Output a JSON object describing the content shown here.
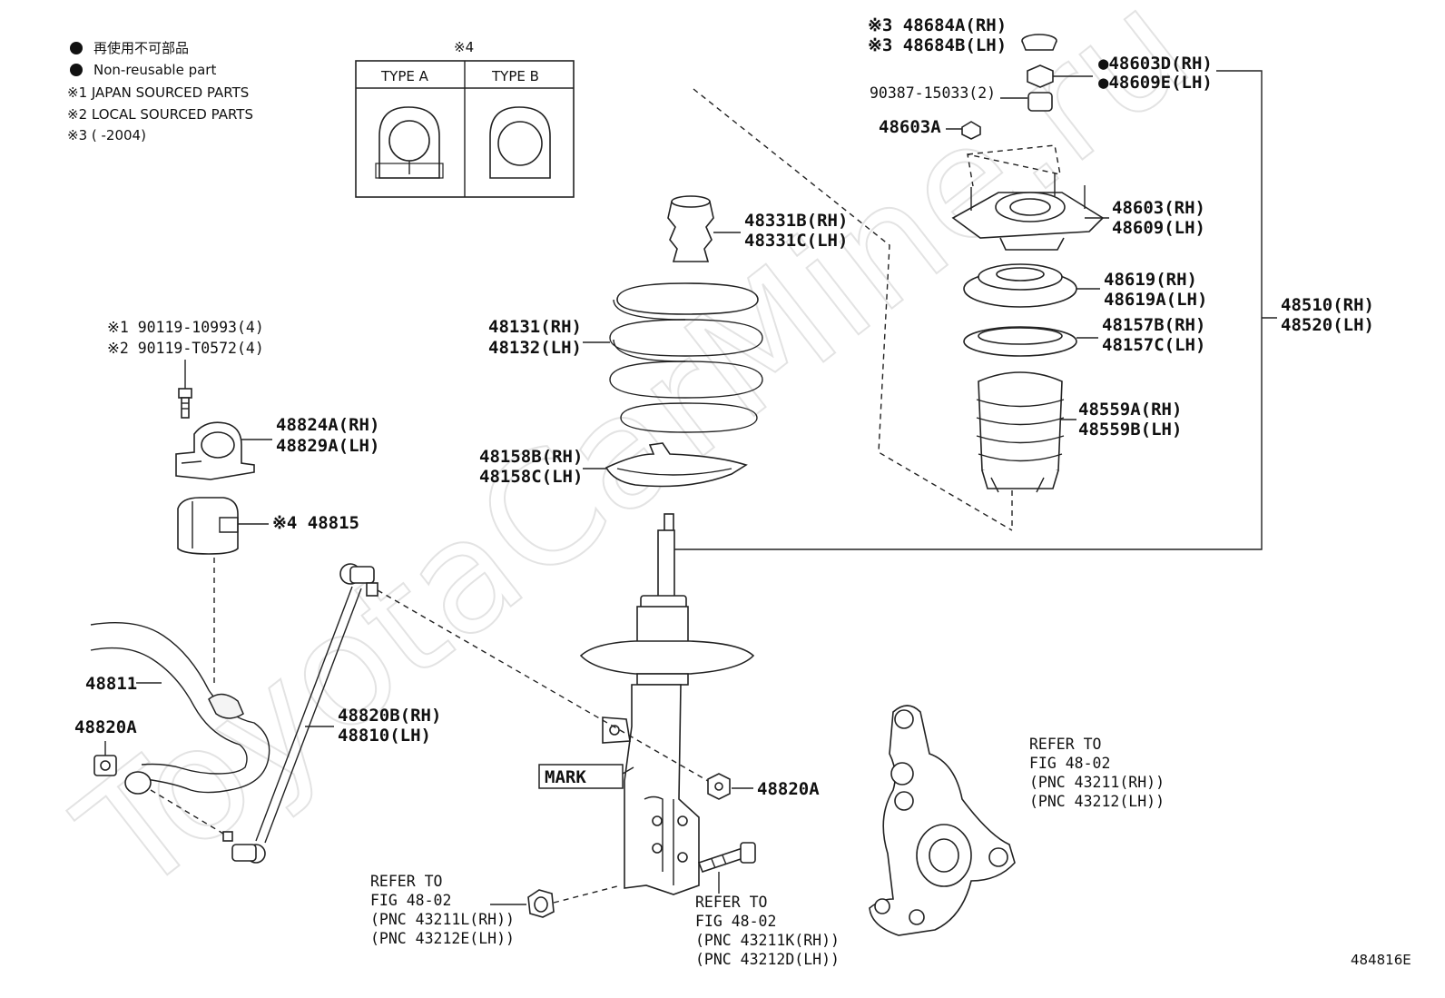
{
  "legend": {
    "nonreusable_jp": "再使用不可部品",
    "nonreusable_en": "Non-reusable part",
    "note1": "※1 JAPAN SOURCED PARTS",
    "note2": "※2 LOCAL SOURCED PARTS",
    "note3": "※3 (      -2004)"
  },
  "type_box": {
    "mark": "※4",
    "type_a": "TYPE A",
    "type_b": "TYPE B"
  },
  "watermark": "ToyotaCarMine.ru",
  "labels": {
    "cap_rh": "※3 48684A(RH)",
    "cap_lh": "※3 48684B(LH)",
    "nut_rh": "●48603D(RH)",
    "nut_lh": "●48609E(LH)",
    "bushing_small": "90387-15033(2)",
    "nut_48603a": "48603A",
    "mount_rh": "48603(RH)",
    "mount_lh": "48609(LH)",
    "bearing_rh": "48619(RH)",
    "bearing_lh": "48619A(LH)",
    "seat_rh": "48157B(RH)",
    "seat_lh": "48157C(LH)",
    "boot_rh": "48559A(RH)",
    "boot_lh": "48559B(LH)",
    "assy_rh": "48510(RH)",
    "assy_lh": "48520(LH)",
    "bumper_rh": "48331B(RH)",
    "bumper_lh": "48331C(LH)",
    "spring_rh": "48131(RH)",
    "spring_lh": "48132(LH)",
    "insulator_rh": "48158B(RH)",
    "insulator_lh": "48158C(LH)",
    "bolt_jp": "※1 90119-10993(4)",
    "bolt_local": "※2 90119-T0572(4)",
    "bracket_rh": "48824A(RH)",
    "bracket_lh": "48829A(LH)",
    "bushing_48815": "※4 48815",
    "stabilizer_bar": "48811",
    "nut_left": "48820A",
    "link_rh": "48820B(RH)",
    "link_lh": "48810(LH)",
    "nut_center": "48820A",
    "mark": "MARK",
    "knuckle_ref": [
      "REFER TO",
      "FIG 48-02",
      "(PNC 43211(RH))",
      "(PNC 43212(LH))"
    ],
    "nut_ref": [
      "REFER TO",
      "FIG 48-02",
      "(PNC 43211L(RH))",
      "(PNC 43212E(LH))"
    ],
    "bolt_ref": [
      "REFER TO",
      "FIG 48-02",
      "(PNC 43211K(RH))",
      "(PNC 43212D(LH))"
    ],
    "figure_id": "484816E"
  }
}
